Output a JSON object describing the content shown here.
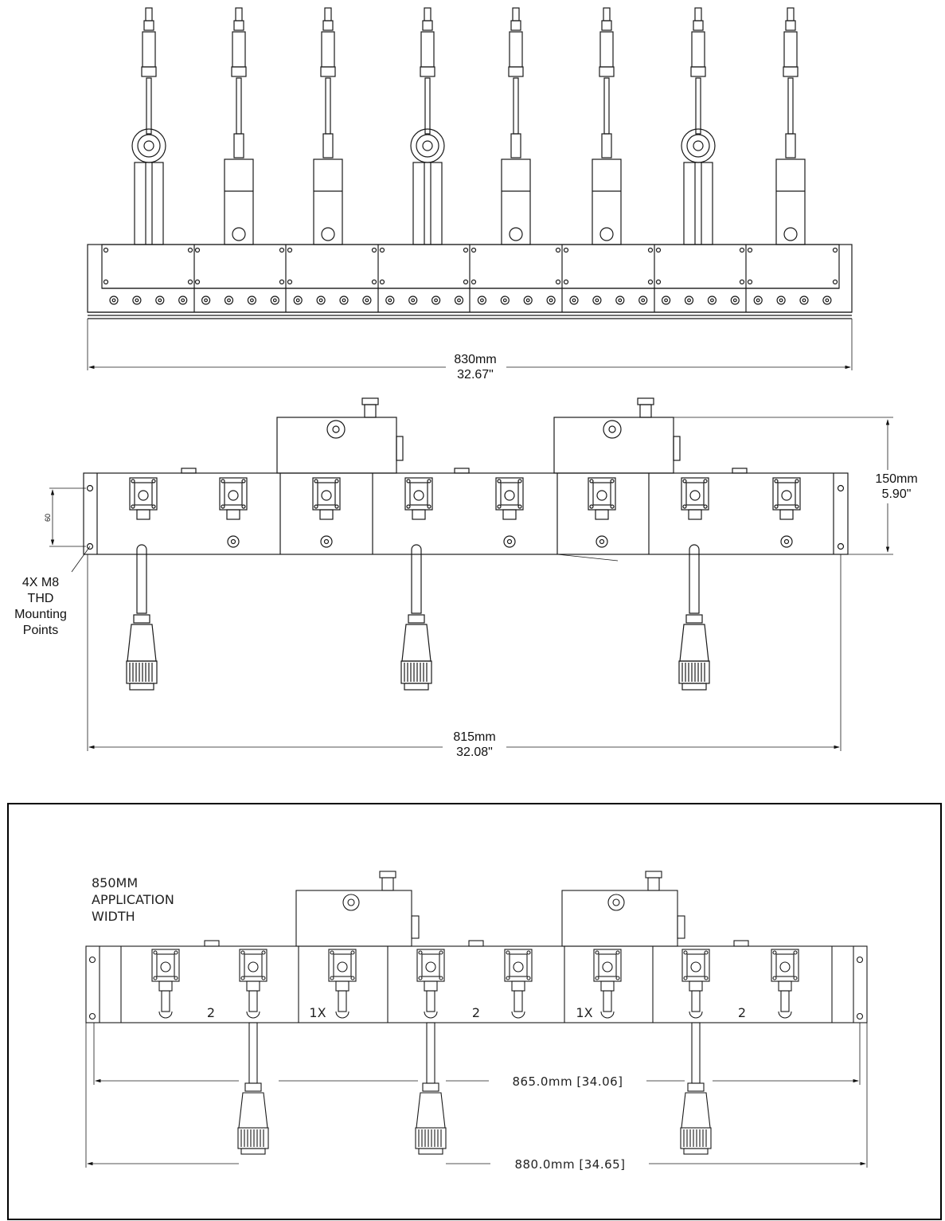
{
  "top_view": {
    "width_mm": "830mm",
    "width_in": "32.67\""
  },
  "front_view": {
    "width_mm": "815mm",
    "width_in": "32.08\"",
    "height_mm": "150mm",
    "height_in": "5.90\"",
    "hole_spacing": "60",
    "callout_line1": "4X M8",
    "callout_line2": "THD",
    "callout_line3": "Mounting",
    "callout_line4": "Points"
  },
  "application_view": {
    "note_line1": "850MM",
    "note_line2": "APPLICATION",
    "note_line3": "WIDTH",
    "inner_width": "865.0mm  [34.06]",
    "outer_width": "880.0mm  [34.65]",
    "section_labels": [
      "2",
      "1X",
      "2",
      "1X",
      "2"
    ]
  },
  "colors": {
    "line": "#1a1a1a",
    "background": "#ffffff",
    "frame": "#000000"
  }
}
